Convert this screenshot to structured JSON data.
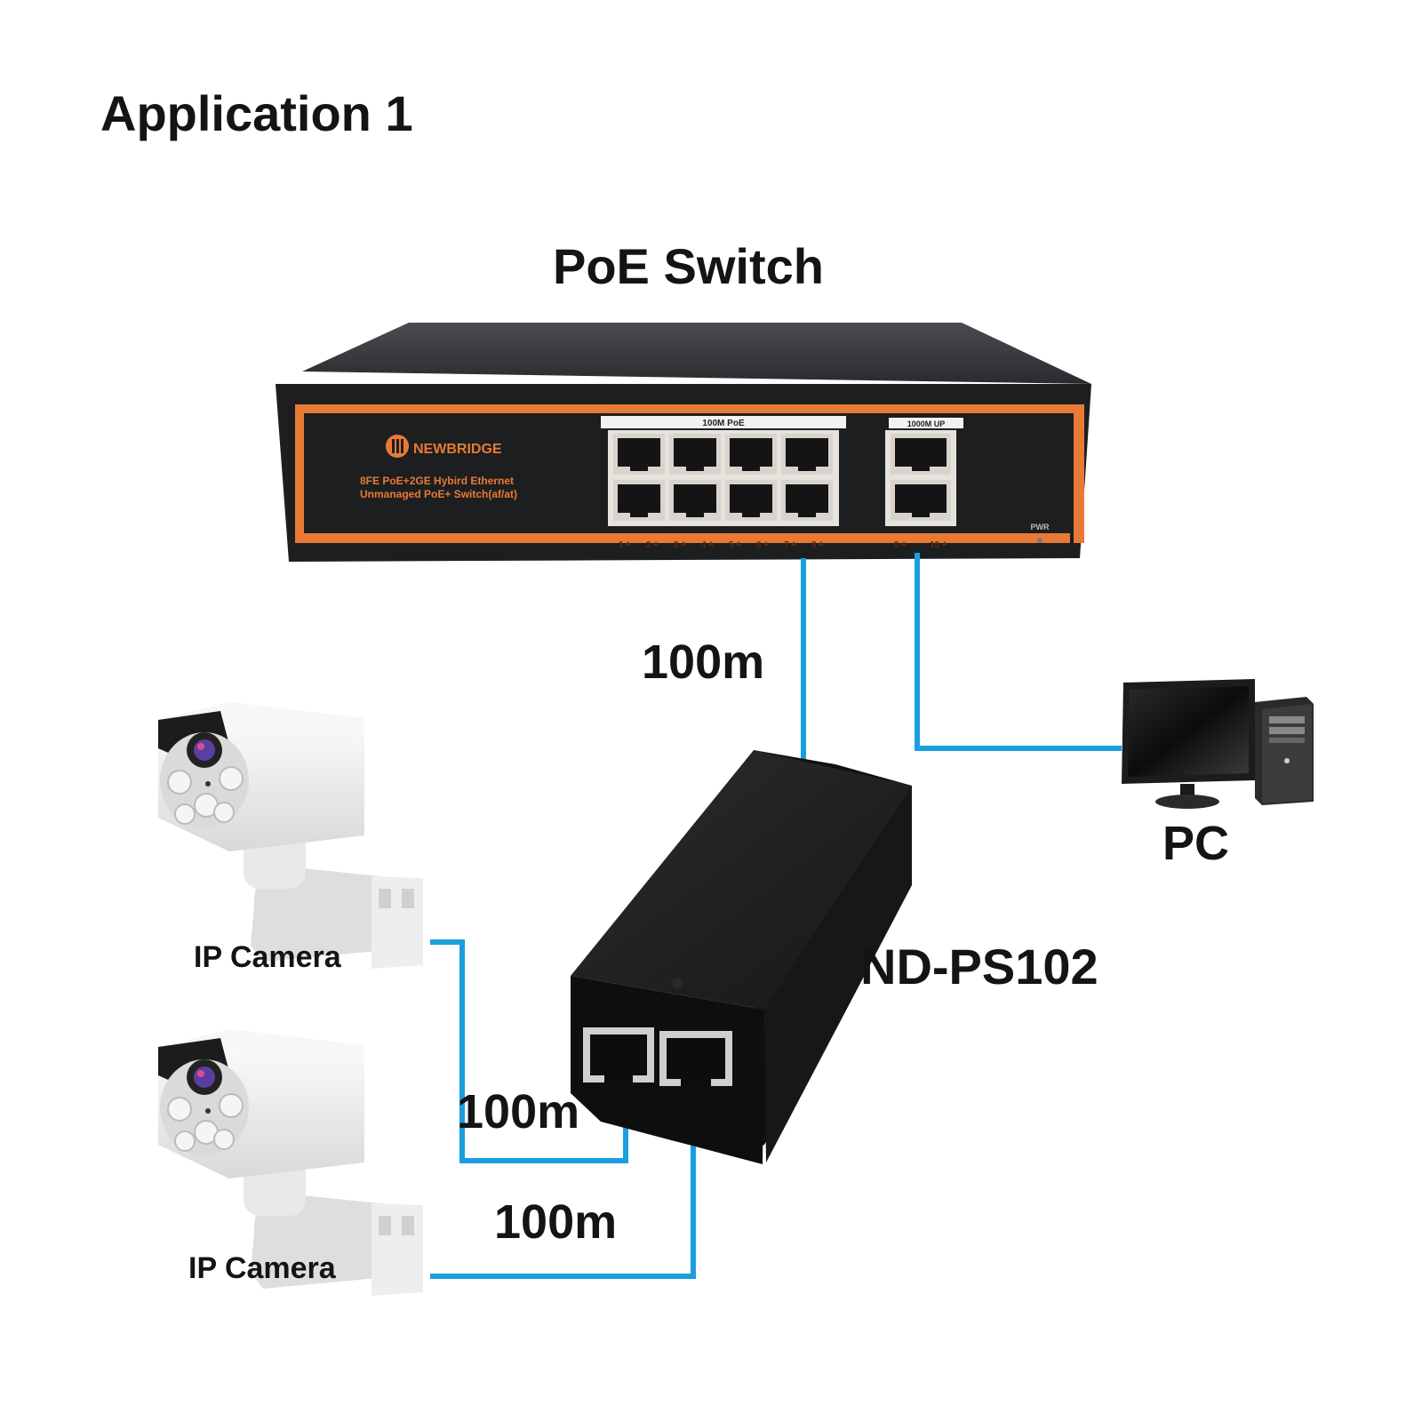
{
  "title": "Application 1",
  "switch": {
    "label": "PoE Switch",
    "brand": "NEWBRIDGE",
    "model_line1": "8FE PoE+2GE Hybird Ethernet",
    "model_line2": "Unmanaged PoE+ Switch(af/at)",
    "poe_group_label": "100M PoE",
    "uplink_group_label": "1000M UP",
    "power_label": "PWR",
    "port_numbers": [
      "1",
      "2",
      "3",
      "4",
      "5",
      "6",
      "7",
      "8",
      "9",
      "10"
    ]
  },
  "pc": {
    "label": "PC"
  },
  "splitter": {
    "label": "ND-PS102"
  },
  "cameras": [
    {
      "label": "IP Camera"
    },
    {
      "label": "IP Camera"
    }
  ],
  "links": [
    {
      "label": "100m"
    },
    {
      "label": "100m"
    },
    {
      "label": "100m"
    }
  ],
  "colors": {
    "cable": "#1a9ee0",
    "switch_accent": "#e87a35",
    "device_body": "#1c1d1f"
  }
}
